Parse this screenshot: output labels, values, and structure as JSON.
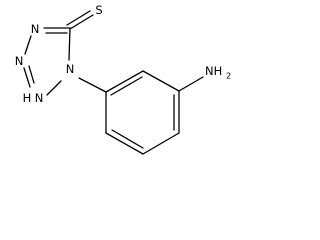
{
  "molecule": {
    "labels": {
      "thione_s": "S",
      "n_ring_upper": "N",
      "n_ring_lower_left": "N",
      "n_h": "H",
      "n_ring_substituted": "N",
      "amine": "NH",
      "amine_subscript": "2"
    }
  }
}
